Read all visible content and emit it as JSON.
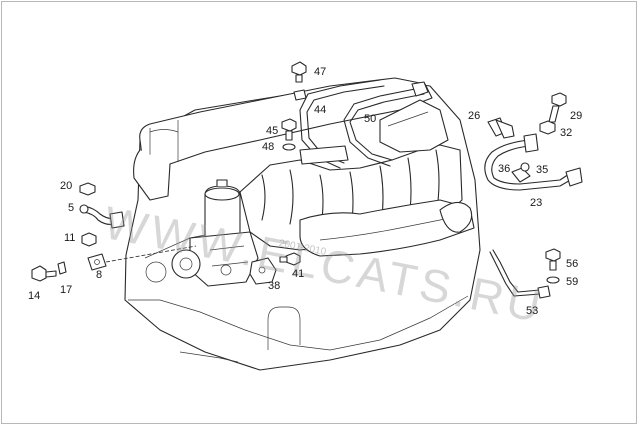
{
  "diagram": {
    "labels": {
      "p47": "47",
      "p44": "44",
      "p50": "50",
      "p45": "45",
      "p48": "48",
      "p26": "26",
      "p29": "29",
      "p32": "32",
      "p36": "36",
      "p35": "35",
      "p23": "23",
      "p20": "20",
      "p5": "5",
      "p11": "11",
      "p8": "8",
      "p14": "14",
      "p17": "17",
      "p38": "38",
      "p41": "41",
      "p56": "56",
      "p59": "59",
      "p53": "53"
    },
    "watermark": "WWW.ELCATS.RU",
    "watermark_small": "2001-2010",
    "line_color": "#2a2a2a",
    "frame_color": "#b8b8b8"
  }
}
